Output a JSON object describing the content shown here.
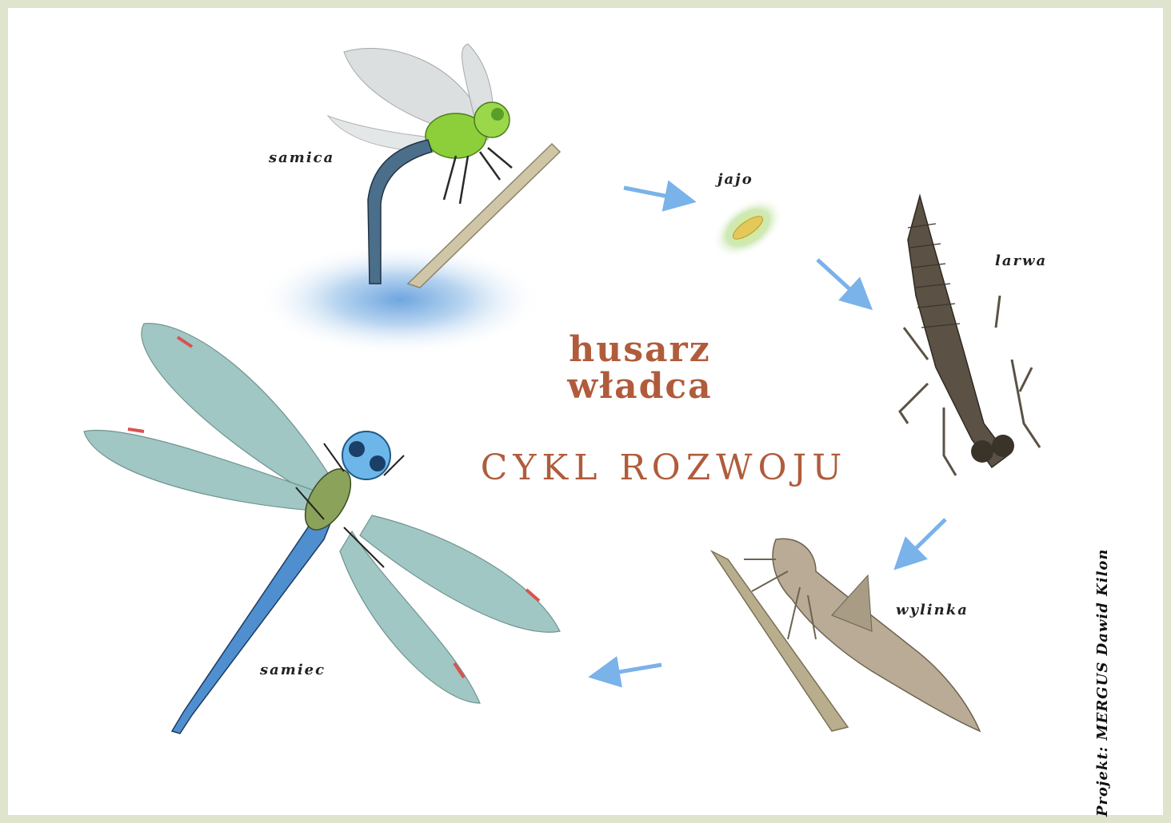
{
  "labels": {
    "female": "samica",
    "egg": "jajo",
    "larva": "larwa",
    "exuvia": "wylinka",
    "male": "samiec"
  },
  "title": {
    "line1": "husarz",
    "line2": "władca",
    "cycle": "CYKL ROZWOJU"
  },
  "credit": "Projekt: MERGUS Dawid Kilon",
  "colors": {
    "background": "#dfe4cf",
    "panel": "#ffffff",
    "title": "#b05c3c",
    "arrow": "#7ab2ea",
    "male_wing": "#9bc5c0",
    "male_body": "#4f8fd0",
    "female_body": "#8ccf3a",
    "larva_body": "#5b5245"
  },
  "arrows": 4
}
